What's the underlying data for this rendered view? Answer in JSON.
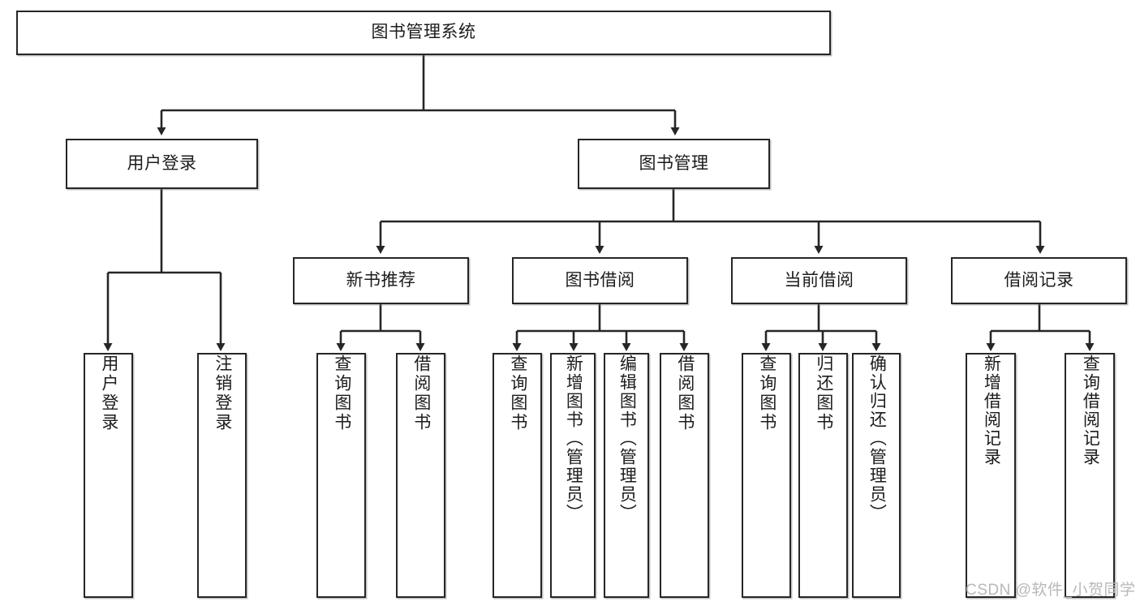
{
  "diagram": {
    "title": "图书管理系统",
    "type": "tree",
    "colors": {
      "border": "#262626",
      "text": "#1c1c1c",
      "background": "#ffffff",
      "edge": "#262626",
      "watermark": "#b8b8b8"
    },
    "root": {
      "label": "图书管理系统"
    },
    "level2": [
      {
        "label": "用户登录"
      },
      {
        "label": "图书管理"
      }
    ],
    "level3": [
      {
        "label": "新书推荐"
      },
      {
        "label": "图书借阅"
      },
      {
        "label": "当前借阅"
      },
      {
        "label": "借阅记录"
      }
    ],
    "leaves": {
      "user_login": [
        {
          "label": "用户登录"
        },
        {
          "label": "注销登录"
        }
      ],
      "new_book": [
        {
          "label": "查询图书"
        },
        {
          "label": "借阅图书"
        }
      ],
      "borrow": [
        {
          "label": "查询图书"
        },
        {
          "label": "新增图书（管理员）"
        },
        {
          "label": "编辑图书（管理员）"
        },
        {
          "label": "借阅图书"
        }
      ],
      "current": [
        {
          "label": "查询图书"
        },
        {
          "label": "归还图书"
        },
        {
          "label": "确认归还（管理员）"
        }
      ],
      "records": [
        {
          "label": "新增借阅记录"
        },
        {
          "label": "查询借阅记录"
        }
      ]
    },
    "watermark": "CSDN @软件_小贺同学"
  }
}
